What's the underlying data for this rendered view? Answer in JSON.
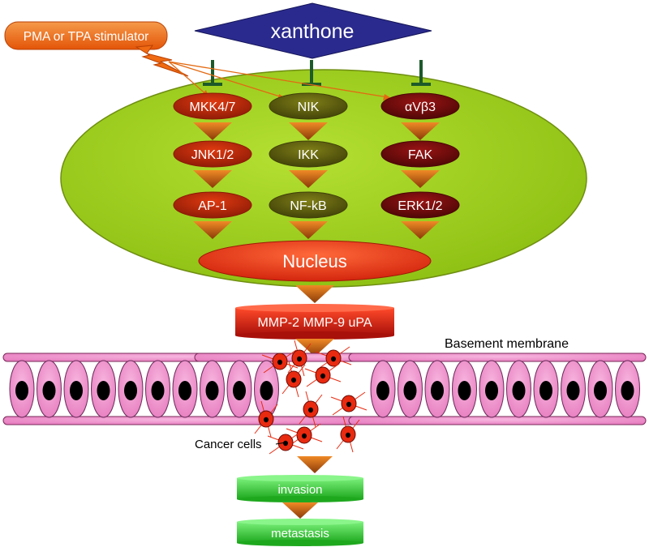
{
  "inhibitor": "xanthone",
  "stimulator": "PMA or TPA stimulator",
  "pathways": [
    {
      "nodes": [
        "MKK4/7",
        "JNK1/2",
        "AP-1"
      ],
      "color_dark": "#8a1a06",
      "color_light": "#e03a10"
    },
    {
      "nodes": [
        "NIK",
        "IKK",
        "NF-kB"
      ],
      "color_dark": "#3f3f08",
      "color_light": "#7f7f18"
    },
    {
      "nodes": [
        "αVβ3",
        "FAK",
        "ERK1/2"
      ],
      "color_dark": "#4a0606",
      "color_light": "#9a1414"
    }
  ],
  "nucleus": "Nucleus",
  "proteases": "MMP-2 MMP-9 uPA",
  "basement_membrane_label": "Basement membrane",
  "cancer_cells_label": "Cancer cells",
  "outcomes": [
    "invasion",
    "metastasis"
  ],
  "colors": {
    "cell_body": "#9acc12",
    "inhibitor_fill": "#2a2a8e",
    "stimulator_fill": "#ef6a12",
    "nucleus_fill": "#e8300c",
    "epithelial_cell": "#ef8ecb",
    "cancer_cell": "#e82a10",
    "outcome_fill": "#3ed83e",
    "inhibit_bar": "#1d5a2a",
    "arrow": "#e36a12"
  }
}
